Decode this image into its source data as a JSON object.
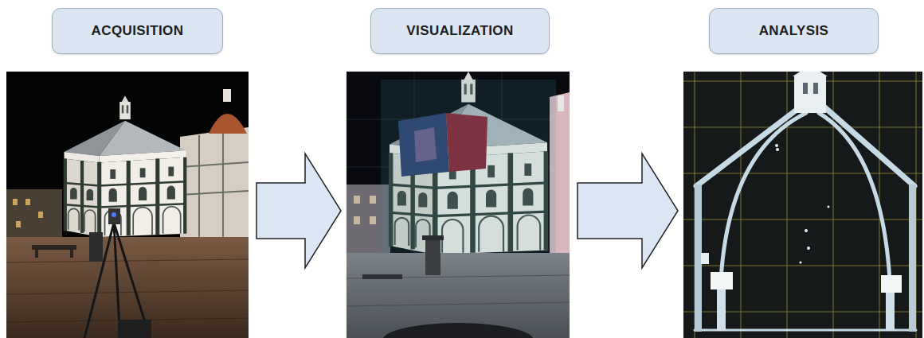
{
  "diagram": {
    "nodes": [
      {
        "text": [
          "ACQUISITION"
        ]
      },
      {
        "text": [
          "VISUALIZATION"
        ]
      },
      {
        "text": [
          "ANALYSIS"
        ]
      }
    ],
    "edges": [
      {
        "from": 0,
        "to": 1,
        "arrow": "to"
      },
      {
        "from": 1,
        "to": 2,
        "arrow": "to"
      }
    ]
  }
}
